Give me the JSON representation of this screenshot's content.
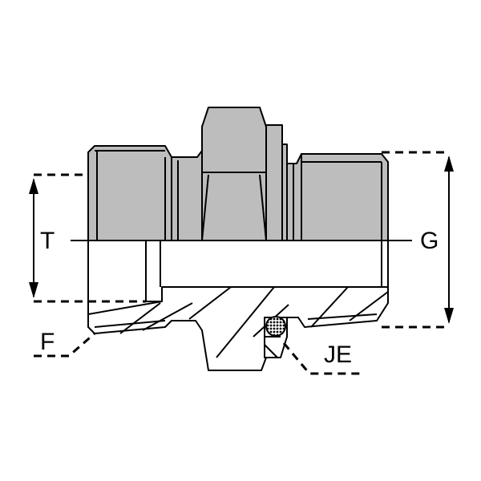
{
  "diagram": {
    "labels": {
      "T": "T",
      "G": "G",
      "F": "F",
      "JE": "JE"
    },
    "colors": {
      "stroke": "#000000",
      "part_fill": "#bdbdbd",
      "section_fill": "#ffffff",
      "seal_fill": "#2a2a2a"
    }
  }
}
